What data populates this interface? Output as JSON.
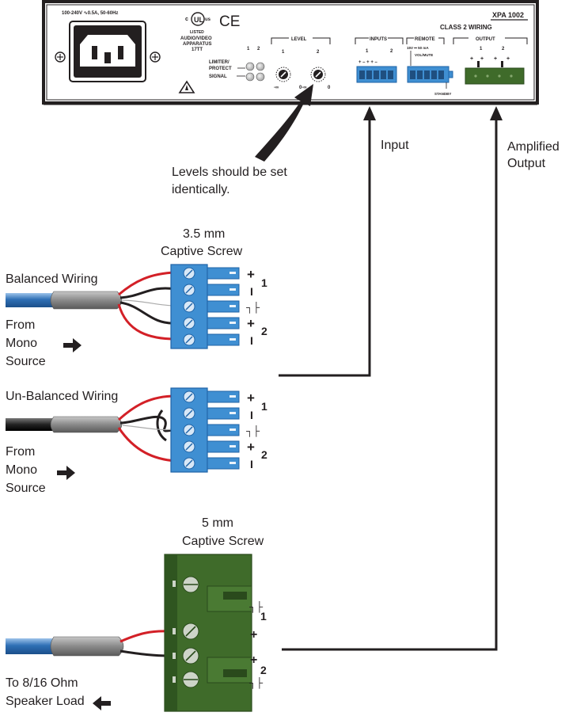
{
  "rear_panel": {
    "power_rating": "100-240V  ∿0.5A, 50-60Hz",
    "ul_mark": "UL",
    "ul_c": "c",
    "ul_us": "us",
    "ul_listed": "LISTED",
    "ce_mark": "CE",
    "apparatus_line1": "AUDIO/VIDEO",
    "apparatus_line2": "APPARATUS",
    "apparatus_line3": "17TT",
    "limiter_line1": "LIMITER/",
    "limiter_line2": "PROTECT",
    "limiter_line3": "SIGNAL",
    "led_ch1": "1",
    "led_ch2": "2",
    "level_title": "LEVEL",
    "level_ch1": "1",
    "level_ch2": "2",
    "level_min1": "-∞",
    "level_min2": "0-∞",
    "level_max2": "0",
    "model": "XPA 1002",
    "class2": "CLASS 2 WIRING",
    "inputs_title": "INPUTS",
    "inputs_ch1": "1",
    "inputs_ch2": "2",
    "inputs_polarity": "+  –  +  +  –",
    "remote_title": "REMOTE",
    "remote_rating": "15V ⎓ 50 mA",
    "remote_volmute": "VOL/MUTE",
    "remote_standby": "STANDBY",
    "output_title": "OUTPUT",
    "output_ch1": "1",
    "output_ch2": "2"
  },
  "callouts": {
    "levels_line1": "Levels should be set",
    "levels_line2": "identically.",
    "input": "Input",
    "amplified_line1": "Amplified",
    "amplified_line2": "Output"
  },
  "input_connectors": {
    "title_line1": "3.5 mm",
    "title_line2": "Captive Screw",
    "pin_labels": [
      "+",
      "I",
      "┐├",
      "+",
      "I"
    ],
    "ch1": "1",
    "ch2": "2",
    "balanced_label": "Balanced Wiring",
    "unbalanced_label": "Un-Balanced Wiring",
    "from": "From",
    "mono": "Mono",
    "source": "Source"
  },
  "output_connector": {
    "title_line1": "5 mm",
    "title_line2": "Captive Screw",
    "pin_labels": [
      "┐├",
      "+",
      "+",
      "┐├"
    ],
    "ch1": "1",
    "ch2": "2",
    "load_line1": "To 8/16 Ohm",
    "load_line2": "Speaker  Load"
  },
  "colors": {
    "panel": "#ffffff",
    "outline": "#231f20",
    "blue_block": "#3f8fd2",
    "blue_dark": "#1f63a6",
    "green_block": "#3f6b2a",
    "green_dark": "#2a4a1c",
    "wire_red": "#d32027",
    "cable_blue": "#2f6fb5",
    "cable_gray": "#8c8c8c"
  }
}
